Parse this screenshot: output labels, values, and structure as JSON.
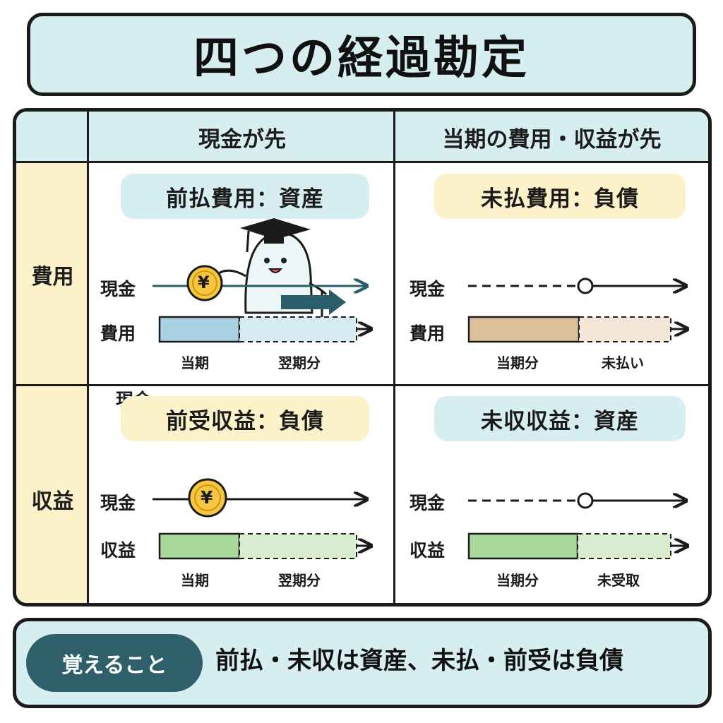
{
  "title": "四つの経過勘定",
  "columns": [
    "現金が先",
    "当期の費用・収益が先"
  ],
  "rows": [
    "費用",
    "収益"
  ],
  "cells": {
    "prepaid_expense": {
      "badge": "前払費用：資産",
      "row1_label": "現金",
      "row2_label": "費用",
      "left_label": "当期",
      "right_label": "翌期分",
      "coin": "¥",
      "bar_color": "#a9d3e2",
      "bar_light": "#d6eaf1"
    },
    "accrued_expense": {
      "badge": "未払費用：負債",
      "row1_label": "現金",
      "row2_label": "費用",
      "left_label": "当期分",
      "right_label": "未払い",
      "bar_color": "#dcc09b",
      "bar_light": "#f3e6d6"
    },
    "unearned_revenue": {
      "badge": "前受収益：負債",
      "row1_label": "現金",
      "row2_label": "収益",
      "left_label": "当期",
      "right_label": "翌期分",
      "coin": "¥",
      "bar_color": "#a8d89a",
      "bar_light": "#d6eecf"
    },
    "accrued_revenue": {
      "badge": "未収収益：資産",
      "row1_label": "現金",
      "row2_label": "収益",
      "left_label": "当期分",
      "right_label": "未受取",
      "bar_color": "#a8d89a",
      "bar_light": "#d6eecf"
    }
  },
  "footer": {
    "pill": "覚えること",
    "text": "前払・未収は資産、未払・前受は負債"
  },
  "colors": {
    "header_bg": "#d7eef0",
    "row_header_bg": "#fdf1c9",
    "coin": "#f6c73c",
    "footer_pill": "#2f5f6b"
  }
}
